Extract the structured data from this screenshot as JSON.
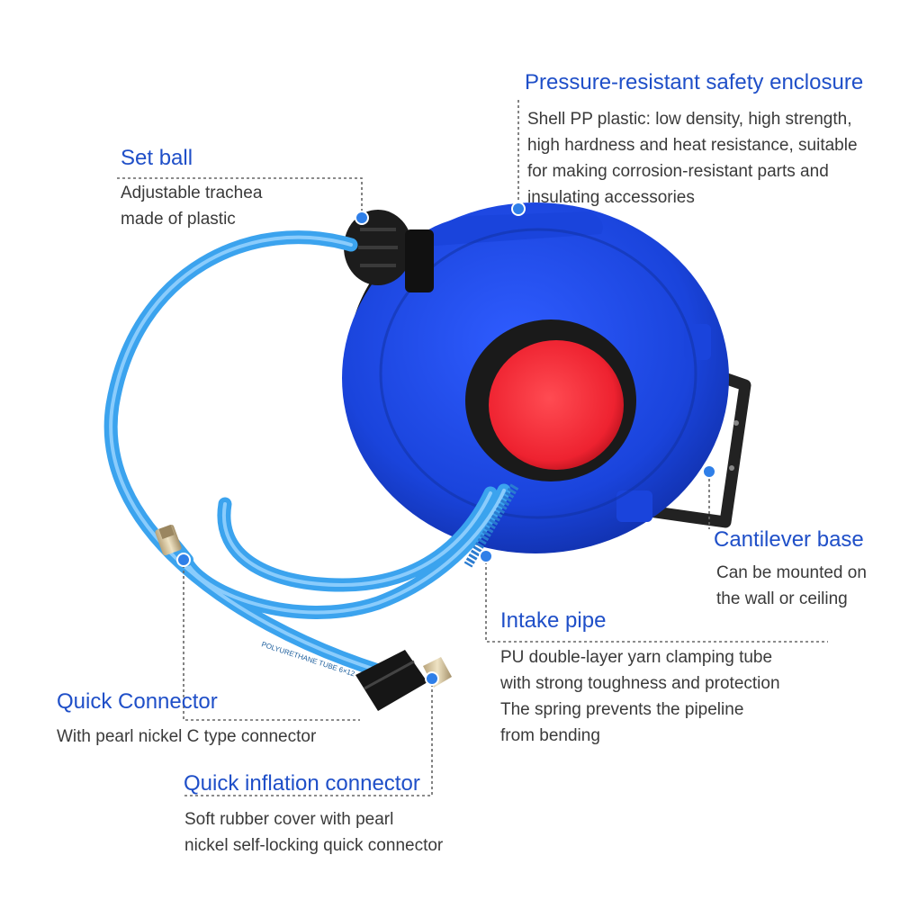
{
  "callouts": {
    "set_ball": {
      "title": "Set ball",
      "lines": [
        "Adjustable trachea",
        "made of plastic"
      ]
    },
    "enclosure": {
      "title": "Pressure-resistant safety enclosure",
      "lines": [
        "Shell PP plastic: low density, high strength,",
        "high hardness and heat resistance, suitable",
        "for making corrosion-resistant parts and",
        "insulating accessories"
      ]
    },
    "cantilever": {
      "title": "Cantilever base",
      "lines": [
        "Can be mounted on",
        "the wall or ceiling"
      ]
    },
    "intake": {
      "title": "Intake pipe",
      "lines": [
        "PU double-layer yarn clamping tube",
        "with strong toughness and protection",
        "The spring prevents the pipeline",
        "from bending"
      ]
    },
    "quick_connector": {
      "title": "Quick Connector",
      "lines": [
        "With pearl nickel C type connector"
      ]
    },
    "quick_inflation": {
      "title": "Quick inflation connector",
      "lines": [
        "Soft rubber cover with pearl",
        "nickel self-locking quick connector"
      ]
    }
  },
  "hose_print": "POLYURETHANE TUBE 6×12",
  "colors": {
    "title_blue": "#1f4fc8",
    "reel_blue": "#1741d8",
    "hose_blue": "#3ba3ee",
    "hub_red": "#ee2230",
    "marker_blue": "#2f7fe8"
  }
}
